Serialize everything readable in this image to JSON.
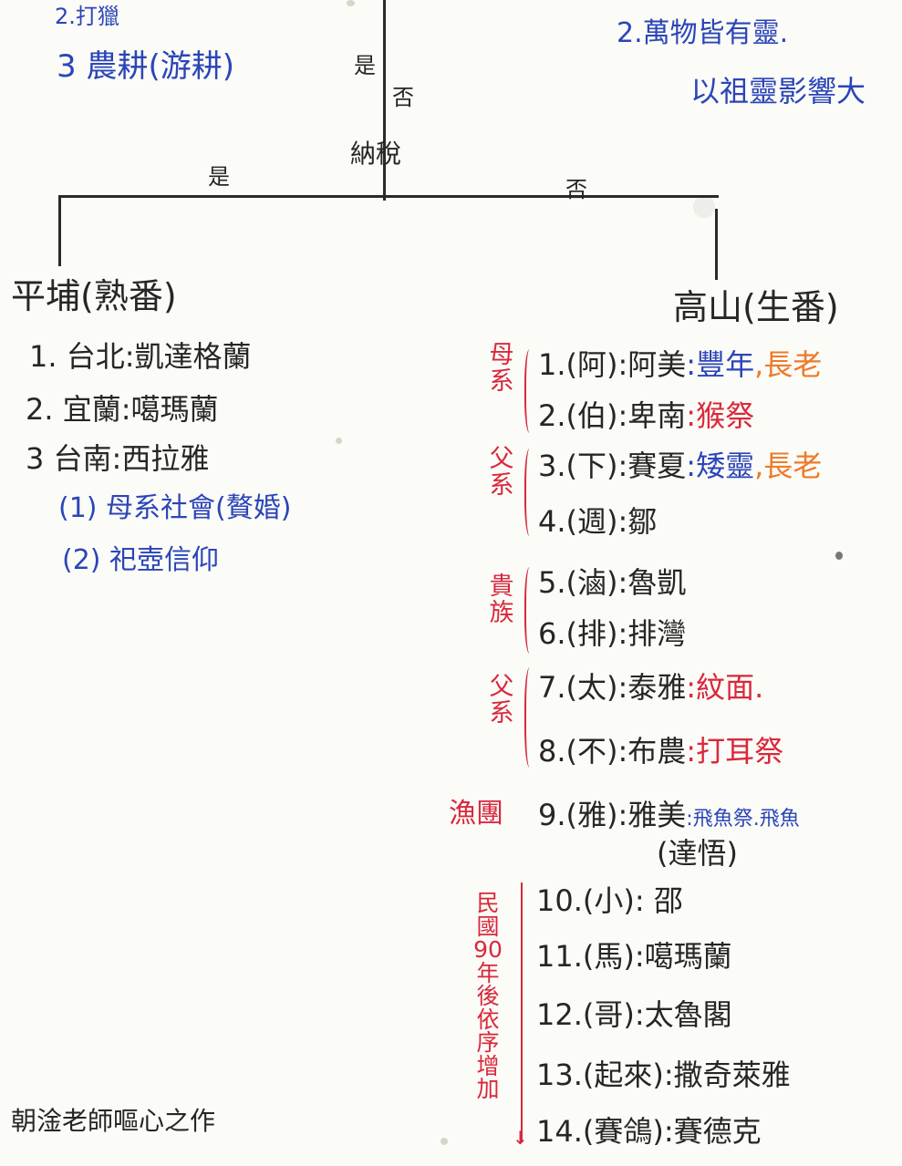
{
  "top_left": {
    "line2": "2.打獵",
    "line3": "3 農耕(游耕)"
  },
  "top_right": {
    "line2": "2.萬物皆有靈.",
    "line3": "以祖靈影響大"
  },
  "trunk": {
    "yes": "是",
    "no": "否",
    "question": "納稅"
  },
  "branch": {
    "yes": "是",
    "no": "否"
  },
  "left": {
    "title": "平埔(熟番)",
    "items": [
      "1. 台北:凱達格蘭",
      "2. 宜蘭:噶瑪蘭",
      "3 台南:西拉雅"
    ],
    "notes": [
      "(1) 母系社會(贅婚)",
      "(2) 祀壺信仰"
    ]
  },
  "right": {
    "title": "高山(生番)",
    "groups": [
      {
        "label": "母系"
      },
      {
        "label": "父系"
      },
      {
        "label": "貴族"
      },
      {
        "label": "父系"
      },
      {
        "label": "漁團"
      }
    ],
    "rows": [
      {
        "main": "1.(阿):阿美",
        "note1": ":豐年",
        "note2": ",長老"
      },
      {
        "main": "2.(伯):卑南",
        "note1": ":猴祭",
        "note2": ""
      },
      {
        "main": "3.(下):賽夏",
        "note1": ":矮靈",
        "note2": ",長老"
      },
      {
        "main": "4.(週):鄒",
        "note1": "",
        "note2": ""
      },
      {
        "main": "5.(滷):魯凱",
        "note1": "",
        "note2": ""
      },
      {
        "main": "6.(排):排灣",
        "note1": "",
        "note2": ""
      },
      {
        "main": "7.(太):泰雅",
        "note1": ":紋面.",
        "note2": ""
      },
      {
        "main": "8.(不):布農",
        "note1": ":打耳祭",
        "note2": ""
      },
      {
        "main": "9.(雅):雅美",
        "note1": ":飛魚祭.飛魚",
        "note2": ""
      },
      {
        "main": "(達悟)",
        "note1": "",
        "note2": ""
      },
      {
        "main": "10.(小): 邵",
        "note1": "",
        "note2": ""
      },
      {
        "main": "11.(馬):噶瑪蘭",
        "note1": "",
        "note2": ""
      },
      {
        "main": "12.(哥):太魯閣",
        "note1": "",
        "note2": ""
      },
      {
        "main": "13.(起來):撒奇萊雅",
        "note1": "",
        "note2": ""
      },
      {
        "main": "14.(賽鴿):賽德克",
        "note1": "",
        "note2": ""
      }
    ],
    "era_note": "民國90年後依序增加"
  },
  "signature": "朝淦老師嘔心之作",
  "colors": {
    "ink": "#262626",
    "blue": "#2b45b8",
    "red": "#d9283c",
    "orange": "#ee7a2a"
  }
}
